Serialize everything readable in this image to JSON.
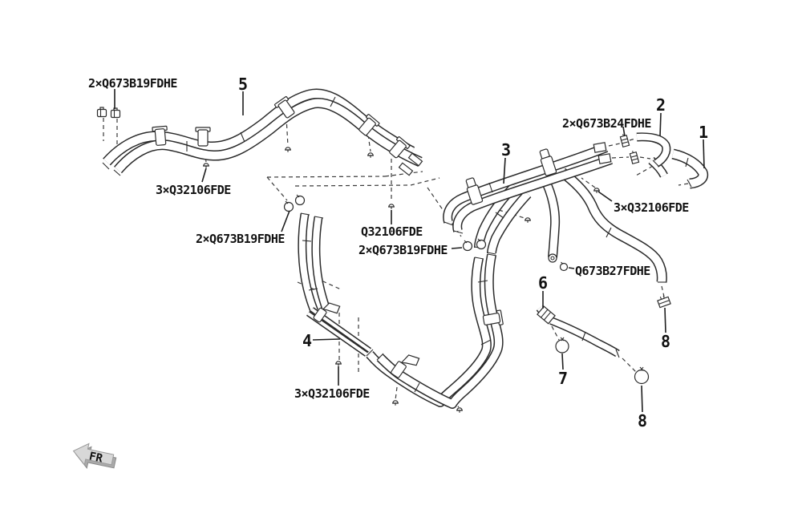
{
  "diagram": {
    "part_labels": {
      "top_left_hose_clamp": "2×Q673B19FDHE",
      "top_left_screws": "3×Q32106FDE",
      "mid_left_hose_clamp": "2×Q673B19FDHE",
      "center_screw": "Q32106FDE",
      "center_hose_clamp": "2×Q673B19FDHE",
      "upper_right_hose_clamp": "2×Q673B24FDHE",
      "right_screws": "3×Q32106FDE",
      "loose_ring_clamp": "Q673B27FDHE",
      "bottom_screws": "3×Q32106FDE"
    },
    "callouts": {
      "n1": "1",
      "n2": "2",
      "n3": "3",
      "n4": "4",
      "n5": "5",
      "n6": "6",
      "n7": "7",
      "n8_upper": "8",
      "n8_lower": "8"
    },
    "direction_arrow": "FR"
  }
}
